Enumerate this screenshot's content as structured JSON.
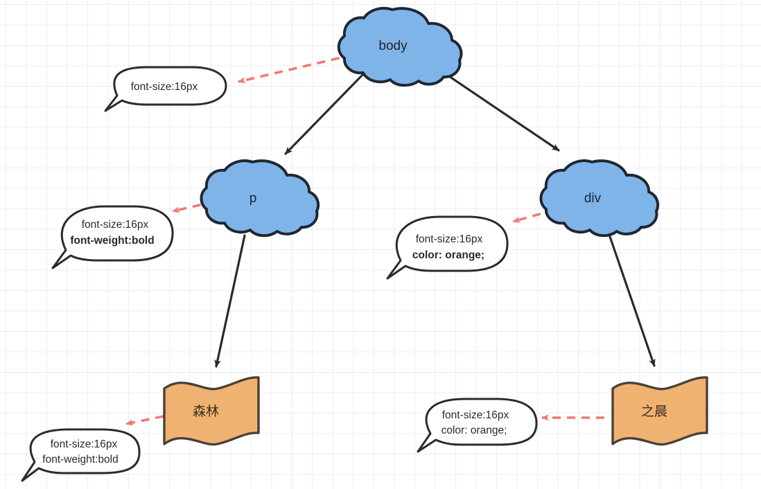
{
  "diagram": {
    "title": "CSS inheritance DOM tree diagram",
    "colors": {
      "cloud_fill": "#7FB4E8",
      "cloud_stroke": "#1f2733",
      "banner_fill": "#F0B271",
      "banner_stroke": "#4a4038",
      "arrow_solid": "#2b2b2b",
      "arrow_dashed": "#ED7A72",
      "callout_stroke": "#2b2b2b",
      "callout_fill": "#ffffff",
      "grid_line": "#ececec",
      "background": "#ffffff"
    },
    "nodes": [
      {
        "id": "body",
        "shape": "cloud",
        "label": "body"
      },
      {
        "id": "p",
        "shape": "cloud",
        "label": "p"
      },
      {
        "id": "div",
        "shape": "cloud",
        "label": "div"
      },
      {
        "id": "text-p",
        "shape": "banner",
        "label": "森林"
      },
      {
        "id": "text-div",
        "shape": "banner",
        "label": "之晨"
      }
    ],
    "edges": [
      {
        "from": "body",
        "to": "p",
        "style": "solid"
      },
      {
        "from": "body",
        "to": "div",
        "style": "solid"
      },
      {
        "from": "p",
        "to": "text-p",
        "style": "solid"
      },
      {
        "from": "div",
        "to": "text-div",
        "style": "solid"
      }
    ],
    "callouts": [
      {
        "id": "callout-body",
        "target": "body",
        "lines": [
          {
            "text": "font-size:16px",
            "bold": false
          }
        ]
      },
      {
        "id": "callout-p",
        "target": "p",
        "lines": [
          {
            "text": "font-size:16px",
            "bold": false
          },
          {
            "text": "font-weight:bold",
            "bold": true
          }
        ]
      },
      {
        "id": "callout-div",
        "target": "div",
        "lines": [
          {
            "text": "font-size:16px",
            "bold": false
          },
          {
            "text": "color: orange;",
            "bold": true
          }
        ]
      },
      {
        "id": "callout-text-p",
        "target": "text-p",
        "lines": [
          {
            "text": "font-size:16px",
            "bold": false
          },
          {
            "text": "font-weight:bold",
            "bold": false
          }
        ]
      },
      {
        "id": "callout-text-div",
        "target": "text-div",
        "lines": [
          {
            "text": "font-size:16px",
            "bold": false
          },
          {
            "text": "color: orange;",
            "bold": false
          }
        ]
      }
    ]
  }
}
